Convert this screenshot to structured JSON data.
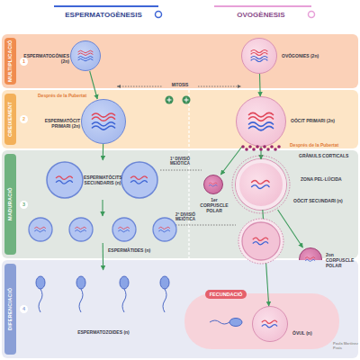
{
  "diagram": {
    "nodes": [
      {
        "text": [
          "MULTIPLICACIÓ"
        ]
      },
      {
        "text": [
          "ESPERMATOGÒNIES (2n)"
        ],
        "in": 0
      },
      {
        "text": [
          "OVÒGONIES (2n)"
        ],
        "in": 0
      },
      {
        "text": [
          "CREIXEMENT"
        ]
      },
      {
        "text": [
          "ESPERMATÒCIT PRIMARI (2n)"
        ],
        "in": 3
      },
      {
        "text": [
          "OÒCIT PRIMARI (2n)"
        ],
        "in": 3
      },
      {
        "text": [
          "MADURACIÓ"
        ]
      },
      {
        "text": [
          "ESPERMATÒCITS SECUNDARIS (n)"
        ],
        "in": 6
      },
      {
        "text": [
          "1er CORPUSCLE POLAR"
        ],
        "in": 6
      },
      {
        "text": [
          "OÒCIT SECUNDARI (n)"
        ],
        "in": 6
      },
      {
        "text": [
          "ESPERMÀTIDES (n)"
        ],
        "in": 6
      },
      {
        "text": [
          "2on CORPUSCLE POLAR"
        ],
        "in": 6
      },
      {
        "text": [
          "DIFERENCIACIÓ"
        ]
      },
      {
        "text": [
          "ESPERMATOZOIDES (n)"
        ],
        "in": 12
      },
      {
        "text": [
          "FECUNDACIÓ"
        ],
        "in": 12
      },
      {
        "text": [
          "ÒVUL (n)"
        ],
        "in": 14
      }
    ],
    "edges": [
      {
        "from": 1,
        "to": 4,
        "arrow": "to"
      },
      {
        "from": 2,
        "to": 5,
        "arrow": "to"
      },
      {
        "from": 4,
        "to": 7,
        "arrow": "to"
      },
      {
        "from": 5,
        "to": 8,
        "arrow": "to"
      },
      {
        "from": 5,
        "to": 9,
        "arrow": "to"
      },
      {
        "from": 7,
        "to": 10,
        "arrow": "to"
      },
      {
        "from": 9,
        "to": 11,
        "arrow": "to"
      },
      {
        "from": 9,
        "to": 15,
        "arrow": "to"
      },
      {
        "from": 10,
        "to": 13,
        "arrow": "to"
      }
    ],
    "labels": [
      "ESPERMATOGÈNESIS",
      "OVOGÈNESIS",
      "1",
      "2",
      "3",
      "4",
      "MITOSIS",
      "Després de la Pubertat",
      "Després de la Pubertat",
      "GRÀNULS CORTICALS",
      "ZONA PEL·LÚCIDA",
      "1ª DIVISIÓ MEIÒTICA",
      "2ª DIVISIÓ MEIÒTICA",
      "Paula Martínez Prats"
    ]
  }
}
